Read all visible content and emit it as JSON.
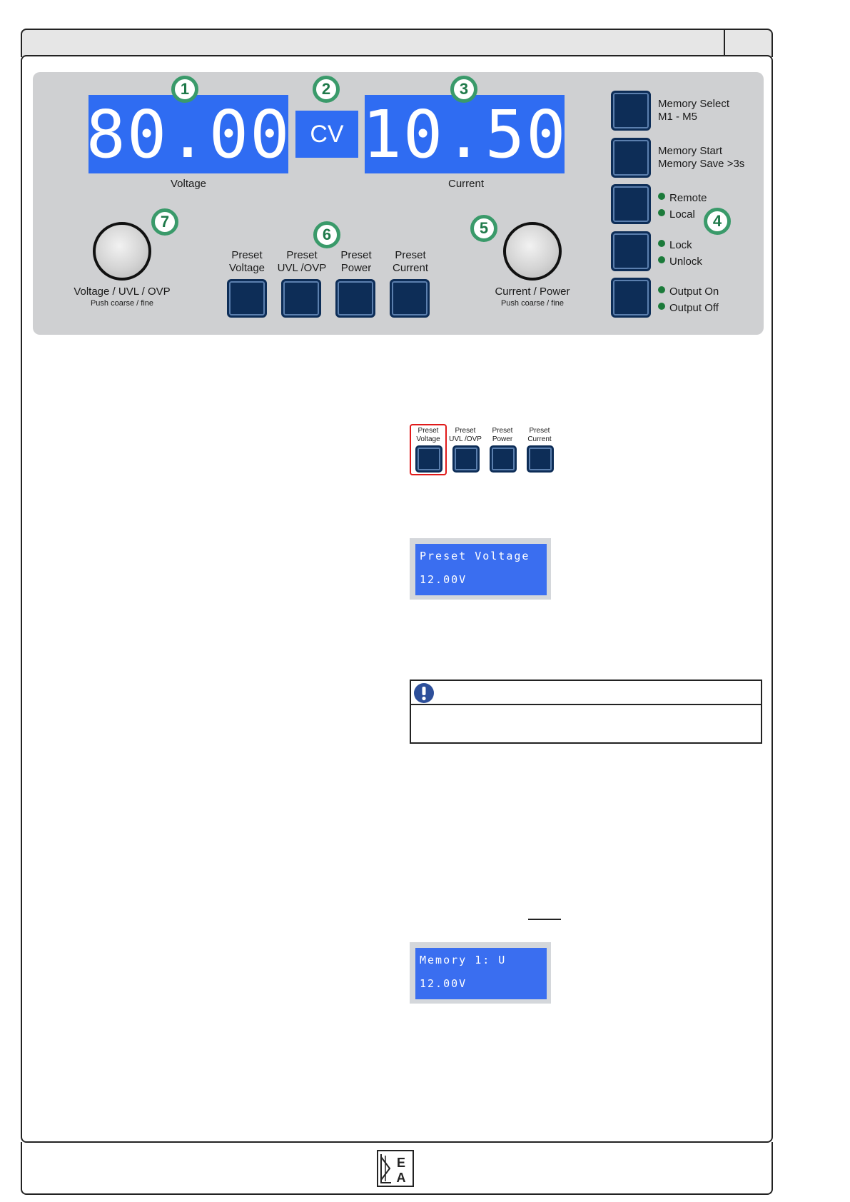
{
  "panel": {
    "voltage_display": "80.00",
    "mode_display": "CV",
    "current_display": "10.50",
    "voltage_label": "Voltage",
    "current_label": "Current",
    "callouts": [
      "1",
      "2",
      "3",
      "4",
      "5",
      "6",
      "7"
    ],
    "left_knob_label": "Voltage / UVL / OVP",
    "left_knob_sub": "Push coarse / fine",
    "right_knob_label": "Current / Power",
    "right_knob_sub": "Push coarse / fine",
    "preset_buttons": [
      {
        "line1": "Preset",
        "line2": "Voltage"
      },
      {
        "line1": "Preset",
        "line2": "UVL /OVP"
      },
      {
        "line1": "Preset",
        "line2": "Power"
      },
      {
        "line1": "Preset",
        "line2": "Current"
      }
    ],
    "right_buttons": [
      {
        "line1": "Memory Select",
        "line2": "M1 - M5"
      },
      {
        "line1": "Memory Start",
        "line2": "Memory Save >3s"
      },
      {
        "line1": "Remote",
        "line2": "Local"
      },
      {
        "line1": "Lock",
        "line2": "Unlock"
      },
      {
        "line1": "Output On",
        "line2": "Output Off"
      }
    ]
  },
  "preset_mini": [
    {
      "line1": "Preset",
      "line2": "Voltage",
      "selected": true
    },
    {
      "line1": "Preset",
      "line2": "UVL /OVP",
      "selected": false
    },
    {
      "line1": "Preset",
      "line2": "Power",
      "selected": false
    },
    {
      "line1": "Preset",
      "line2": "Current",
      "selected": false
    }
  ],
  "lcd_preset": {
    "line1": "Preset Voltage",
    "line2": "12.00V"
  },
  "lcd_memory": {
    "line1": "Memory 1: U",
    "line2": "12.00V"
  },
  "colors": {
    "display_blue": "#2f6cf2",
    "button_navy": "#0d2d57",
    "callout_green": "#3a9a6a",
    "highlight_red": "#e01a1a"
  }
}
